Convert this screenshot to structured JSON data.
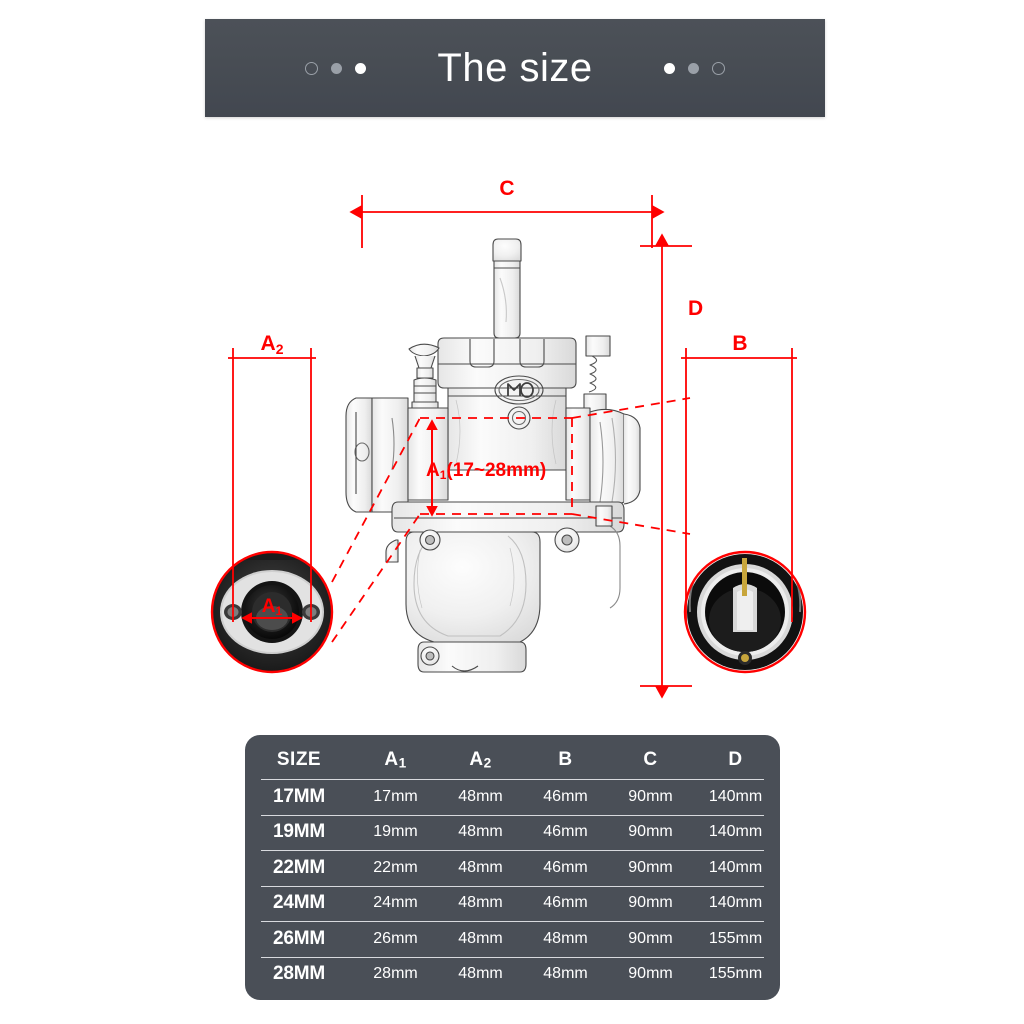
{
  "header": {
    "title": "The size",
    "left_dots": [
      "hollow",
      "gray",
      "white"
    ],
    "right_dots": [
      "white",
      "gray",
      "hollow"
    ],
    "bar_color": "#484d54"
  },
  "diagram": {
    "subject": "motorcycle carburetor technical drawing",
    "accent_color": "#ff0000",
    "labels": {
      "c": "C",
      "d": "D",
      "b": "B",
      "a2": "A",
      "a2_sub": "2",
      "a1": "A",
      "a1_sub": "1",
      "a1_range": "A",
      "a1_range_sub": "1",
      "a1_range_text": "(17~28mm)",
      "logo": "MO"
    }
  },
  "table": {
    "columns": [
      "SIZE",
      "A",
      "A",
      "B",
      "C",
      "D"
    ],
    "column_subs": [
      "",
      "1",
      "2",
      "",
      "",
      ""
    ],
    "rows": [
      {
        "size": "17MM",
        "a1": "17mm",
        "a2": "48mm",
        "b": "46mm",
        "c": "90mm",
        "d": "140mm"
      },
      {
        "size": "19MM",
        "a1": "19mm",
        "a2": "48mm",
        "b": "46mm",
        "c": "90mm",
        "d": "140mm"
      },
      {
        "size": "22MM",
        "a1": "22mm",
        "a2": "48mm",
        "b": "46mm",
        "c": "90mm",
        "d": "140mm"
      },
      {
        "size": "24MM",
        "a1": "24mm",
        "a2": "48mm",
        "b": "46mm",
        "c": "90mm",
        "d": "140mm"
      },
      {
        "size": "26MM",
        "a1": "26mm",
        "a2": "48mm",
        "b": "48mm",
        "c": "90mm",
        "d": "155mm"
      },
      {
        "size": "28MM",
        "a1": "28mm",
        "a2": "48mm",
        "b": "48mm",
        "c": "90mm",
        "d": "155mm"
      }
    ]
  }
}
